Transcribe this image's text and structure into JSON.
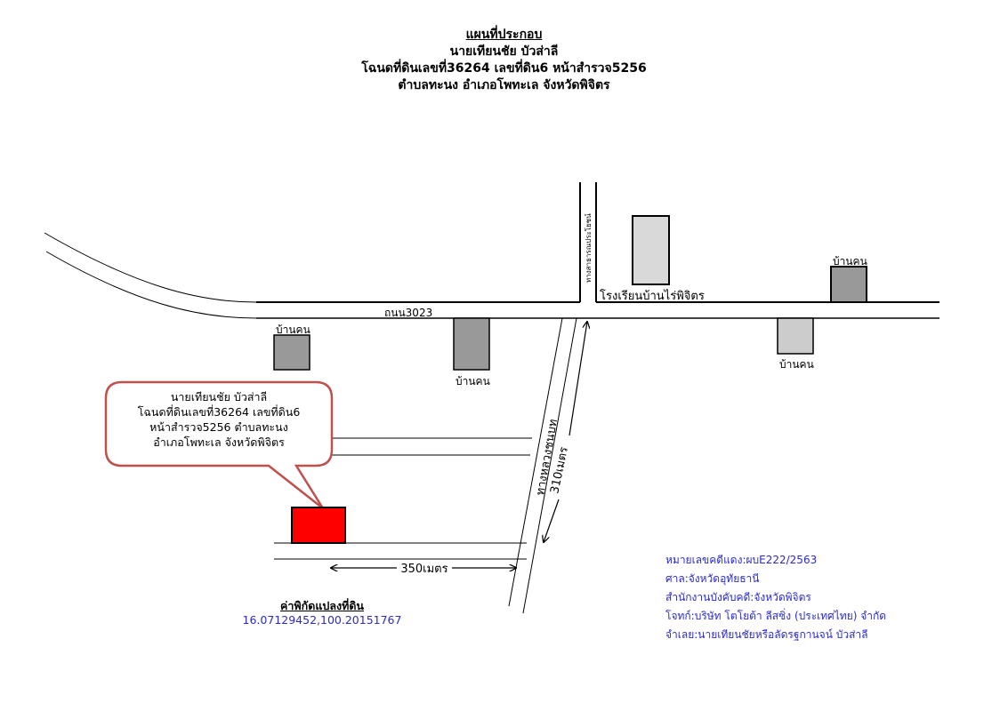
{
  "title": {
    "line1": "แผนที่ประกอบ",
    "line2": "นายเทียนชัย บัวส่าลี",
    "line3": "โฉนดที่ดินเลขที่36264 เลขที่ดิน6 หน้าสำรวจ5256",
    "line4": "ตำบลทะนง อำเภอโพทะเล จังหวัดพิจิตร"
  },
  "roads": {
    "main_road": "ถนน3023",
    "side_road": "ทางสาธารณประโยชน์",
    "diagonal_road": "ทางหลวงชนบท"
  },
  "landmarks": {
    "school": "โรงเรียนบ้านไร่พิจิตร",
    "house": "บ้านคน"
  },
  "callout": {
    "line1": "นายเทียนชัย บัวส่าลี",
    "line2": "โฉนดที่ดินเลขที่36264 เลขที่ดิน6",
    "line3": "หน้าสำรวจ5256 ตำบลทะนง",
    "line4": "อำเภอโพทะเล จังหวัดพิจิตร"
  },
  "distances": {
    "horizontal": "350เมตร",
    "diagonal": "310เมตร"
  },
  "coordinates": {
    "title": "ค่าพิกัดแปลงที่ดิน",
    "value": "16.07129452,100.20151767"
  },
  "case_info": {
    "case_no": "หมายเลขคดีแดง:ผบE222/2563",
    "court": "ศาล:จังหวัดอุทัยธานี",
    "office": "สำนักงานบังคับคดี:จังหวัดพิจิตร",
    "plaintiff": "โจทก์:บริษัท โตโยต้า ลีสซิ่ง (ประเทศไทย) จำกัด",
    "defendant": "จำเลย:นายเทียนชัยหรือลัดรฐกานจน์ บัวส่าลี"
  },
  "colors": {
    "plot": "#ff0000",
    "callout_border": "#c0504d",
    "house_dark": "#999999",
    "house_light": "#cccccc",
    "school": "#d9d9d9",
    "info_text": "#2b2bcc"
  }
}
